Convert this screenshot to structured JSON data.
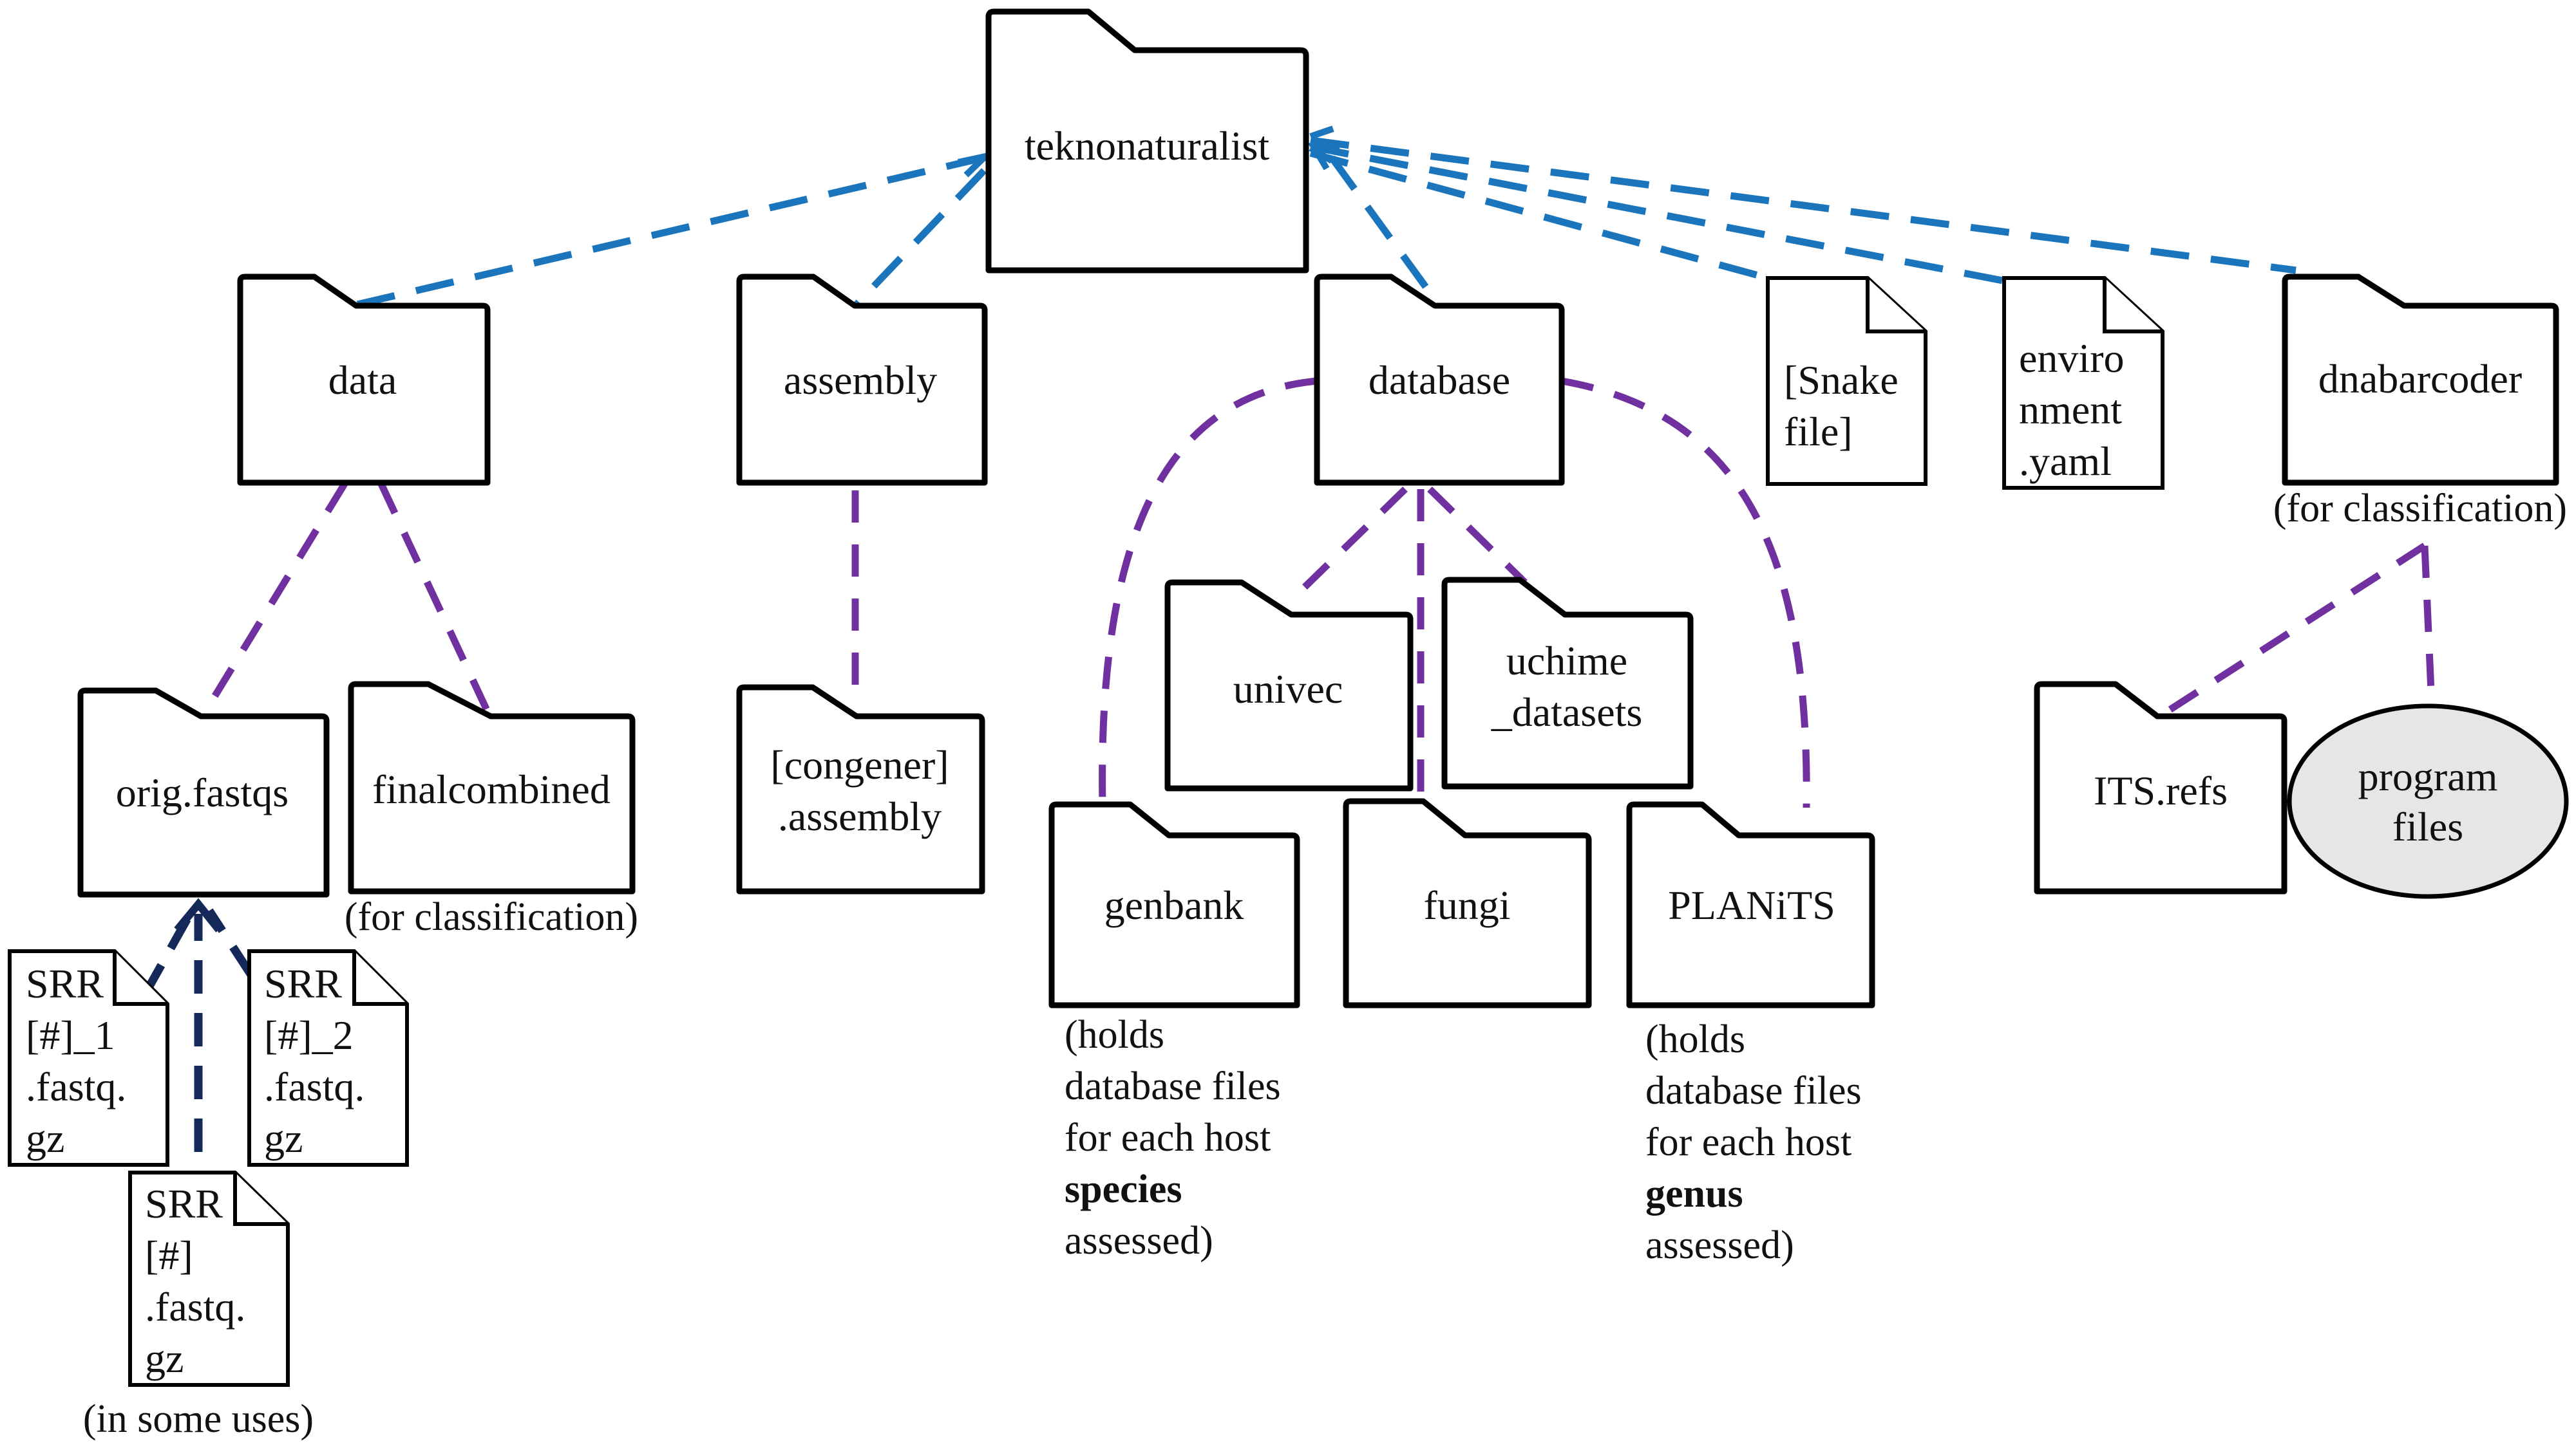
{
  "colors": {
    "blue_link": "#1B75BC",
    "purple_link": "#7030A0",
    "navy_link": "#14285A",
    "ellipse_fill": "#E6E6E6"
  },
  "nodes": {
    "root": {
      "label": "teknonaturalist",
      "icon": "folder-icon"
    },
    "data": {
      "label": "data",
      "icon": "folder-icon"
    },
    "assembly": {
      "label": "assembly",
      "icon": "folder-icon"
    },
    "database": {
      "label": "database",
      "icon": "folder-icon"
    },
    "snakefile": {
      "lines": [
        "[Snake",
        "file]"
      ],
      "icon": "file-icon"
    },
    "environment": {
      "lines": [
        "enviro",
        "nment",
        ".yaml"
      ],
      "icon": "file-icon"
    },
    "dnabarcoder": {
      "label": "dnabarcoder",
      "caption": "(for classification)",
      "icon": "folder-icon"
    },
    "orig_fastqs": {
      "label": "orig.fastqs",
      "icon": "folder-icon"
    },
    "finalcombined": {
      "label": "finalcombined",
      "caption": "(for classification)",
      "icon": "folder-icon"
    },
    "congener_assembly": {
      "lines": [
        "[congener]",
        ".assembly"
      ],
      "icon": "folder-icon"
    },
    "univec": {
      "label": "univec",
      "icon": "folder-icon"
    },
    "uchime": {
      "lines": [
        "uchime",
        "_datasets"
      ],
      "icon": "folder-icon"
    },
    "genbank": {
      "label": "genbank",
      "icon": "folder-icon",
      "caption": [
        "(holds",
        "database files",
        "for each host",
        "species",
        "assessed)"
      ]
    },
    "fungi": {
      "label": "fungi",
      "icon": "folder-icon"
    },
    "planits": {
      "label": "PLANiTS",
      "icon": "folder-icon",
      "caption": [
        "(holds",
        "database files",
        "for each host",
        "genus",
        "assessed)"
      ]
    },
    "its_refs": {
      "label": "ITS.refs",
      "icon": "folder-icon"
    },
    "program_files": {
      "lines": [
        "program",
        "files"
      ],
      "icon": "ellipse-shape"
    },
    "srr_1": {
      "lines": [
        "SRR",
        "[#]_1",
        ".fastq.",
        "gz"
      ],
      "icon": "file-icon"
    },
    "srr_2": {
      "lines": [
        "SRR",
        "[#]_2",
        ".fastq.",
        "gz"
      ],
      "icon": "file-icon"
    },
    "srr_single": {
      "lines": [
        "SRR",
        "[#]",
        ".fastq.",
        "gz"
      ],
      "icon": "file-icon",
      "caption": "(in some uses)"
    }
  }
}
